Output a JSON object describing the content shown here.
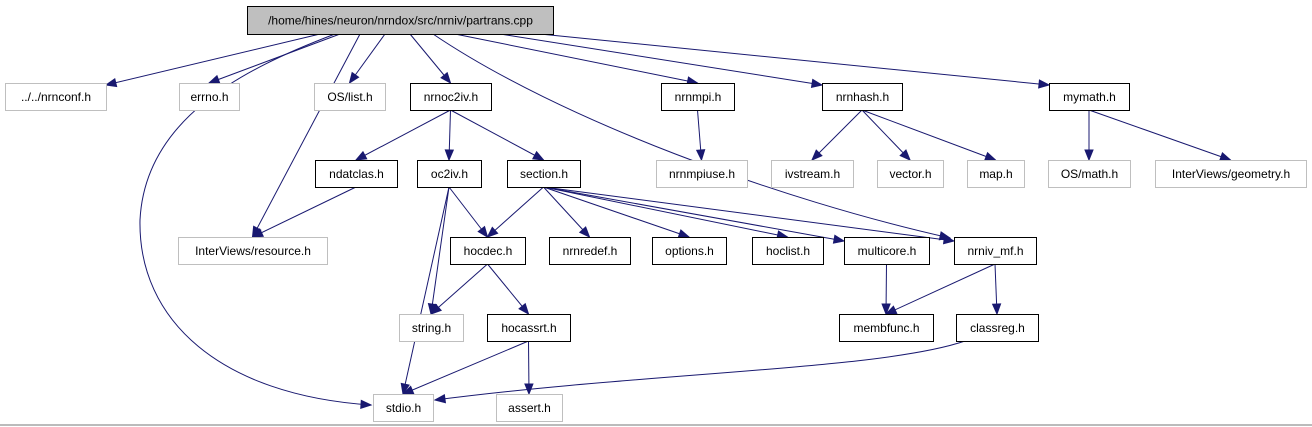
{
  "colors": {
    "edge": "#191970",
    "root_fill": "#bfbfbf",
    "documented_border": "#000000",
    "external_border": "#bfbfbf"
  },
  "nodes": {
    "partrans_cpp": {
      "label": "/home/hines/neuron/nrndox/src/nrniv/partrans.cpp",
      "kind": "root"
    },
    "nrnconf_h": {
      "label": "../../nrnconf.h",
      "kind": "external"
    },
    "errno_h": {
      "label": "errno.h",
      "kind": "external"
    },
    "os_list_h": {
      "label": "OS/list.h",
      "kind": "external"
    },
    "nrnoc2iv_h": {
      "label": "nrnoc2iv.h",
      "kind": "documented"
    },
    "nrnmpi_h": {
      "label": "nrnmpi.h",
      "kind": "documented"
    },
    "nrnhash_h": {
      "label": "nrnhash.h",
      "kind": "documented"
    },
    "mymath_h": {
      "label": "mymath.h",
      "kind": "documented"
    },
    "ndatclas_h": {
      "label": "ndatclas.h",
      "kind": "documented"
    },
    "oc2iv_h": {
      "label": "oc2iv.h",
      "kind": "documented"
    },
    "section_h": {
      "label": "section.h",
      "kind": "documented"
    },
    "nrnmpiuse_h": {
      "label": "nrnmpiuse.h",
      "kind": "external"
    },
    "ivstream_h": {
      "label": "ivstream.h",
      "kind": "external"
    },
    "vector_h": {
      "label": "vector.h",
      "kind": "external"
    },
    "map_h": {
      "label": "map.h",
      "kind": "external"
    },
    "os_math_h": {
      "label": "OS/math.h",
      "kind": "external"
    },
    "iv_geometry_h": {
      "label": "InterViews/geometry.h",
      "kind": "external"
    },
    "iv_resource_h": {
      "label": "InterViews/resource.h",
      "kind": "external"
    },
    "hocdec_h": {
      "label": "hocdec.h",
      "kind": "documented"
    },
    "nrnredef_h": {
      "label": "nrnredef.h",
      "kind": "documented"
    },
    "options_h": {
      "label": "options.h",
      "kind": "documented"
    },
    "hoclist_h": {
      "label": "hoclist.h",
      "kind": "documented"
    },
    "multicore_h": {
      "label": "multicore.h",
      "kind": "documented"
    },
    "nrniv_mf_h": {
      "label": "nrniv_mf.h",
      "kind": "documented"
    },
    "string_h": {
      "label": "string.h",
      "kind": "external"
    },
    "hocassrt_h": {
      "label": "hocassrt.h",
      "kind": "documented"
    },
    "membfunc_h": {
      "label": "membfunc.h",
      "kind": "documented"
    },
    "classreg_h": {
      "label": "classreg.h",
      "kind": "documented"
    },
    "stdio_h": {
      "label": "stdio.h",
      "kind": "external"
    },
    "assert_h": {
      "label": "assert.h",
      "kind": "external"
    }
  },
  "edges": [
    {
      "from": "partrans_cpp",
      "to": "nrnconf_h"
    },
    {
      "from": "partrans_cpp",
      "to": "errno_h"
    },
    {
      "from": "partrans_cpp",
      "to": "os_list_h"
    },
    {
      "from": "partrans_cpp",
      "to": "nrnoc2iv_h"
    },
    {
      "from": "partrans_cpp",
      "to": "nrnmpi_h"
    },
    {
      "from": "partrans_cpp",
      "to": "nrnhash_h"
    },
    {
      "from": "partrans_cpp",
      "to": "mymath_h"
    },
    {
      "from": "partrans_cpp",
      "to": "iv_resource_h"
    },
    {
      "from": "partrans_cpp",
      "to": "stdio_h"
    },
    {
      "from": "partrans_cpp",
      "to": "nrniv_mf_h"
    },
    {
      "from": "nrnoc2iv_h",
      "to": "ndatclas_h"
    },
    {
      "from": "nrnoc2iv_h",
      "to": "oc2iv_h"
    },
    {
      "from": "nrnoc2iv_h",
      "to": "section_h"
    },
    {
      "from": "nrnmpi_h",
      "to": "nrnmpiuse_h"
    },
    {
      "from": "nrnhash_h",
      "to": "ivstream_h"
    },
    {
      "from": "nrnhash_h",
      "to": "vector_h"
    },
    {
      "from": "nrnhash_h",
      "to": "map_h"
    },
    {
      "from": "mymath_h",
      "to": "os_math_h"
    },
    {
      "from": "mymath_h",
      "to": "iv_geometry_h"
    },
    {
      "from": "ndatclas_h",
      "to": "iv_resource_h"
    },
    {
      "from": "oc2iv_h",
      "to": "hocdec_h"
    },
    {
      "from": "oc2iv_h",
      "to": "string_h"
    },
    {
      "from": "oc2iv_h",
      "to": "stdio_h"
    },
    {
      "from": "section_h",
      "to": "hocdec_h"
    },
    {
      "from": "section_h",
      "to": "nrnredef_h"
    },
    {
      "from": "section_h",
      "to": "options_h"
    },
    {
      "from": "section_h",
      "to": "hoclist_h"
    },
    {
      "from": "section_h",
      "to": "multicore_h"
    },
    {
      "from": "section_h",
      "to": "nrniv_mf_h"
    },
    {
      "from": "hocdec_h",
      "to": "string_h"
    },
    {
      "from": "hocdec_h",
      "to": "hocassrt_h"
    },
    {
      "from": "hocassrt_h",
      "to": "stdio_h"
    },
    {
      "from": "hocassrt_h",
      "to": "assert_h"
    },
    {
      "from": "multicore_h",
      "to": "membfunc_h"
    },
    {
      "from": "nrniv_mf_h",
      "to": "membfunc_h"
    },
    {
      "from": "nrniv_mf_h",
      "to": "classreg_h"
    },
    {
      "from": "classreg_h",
      "to": "stdio_h"
    }
  ]
}
